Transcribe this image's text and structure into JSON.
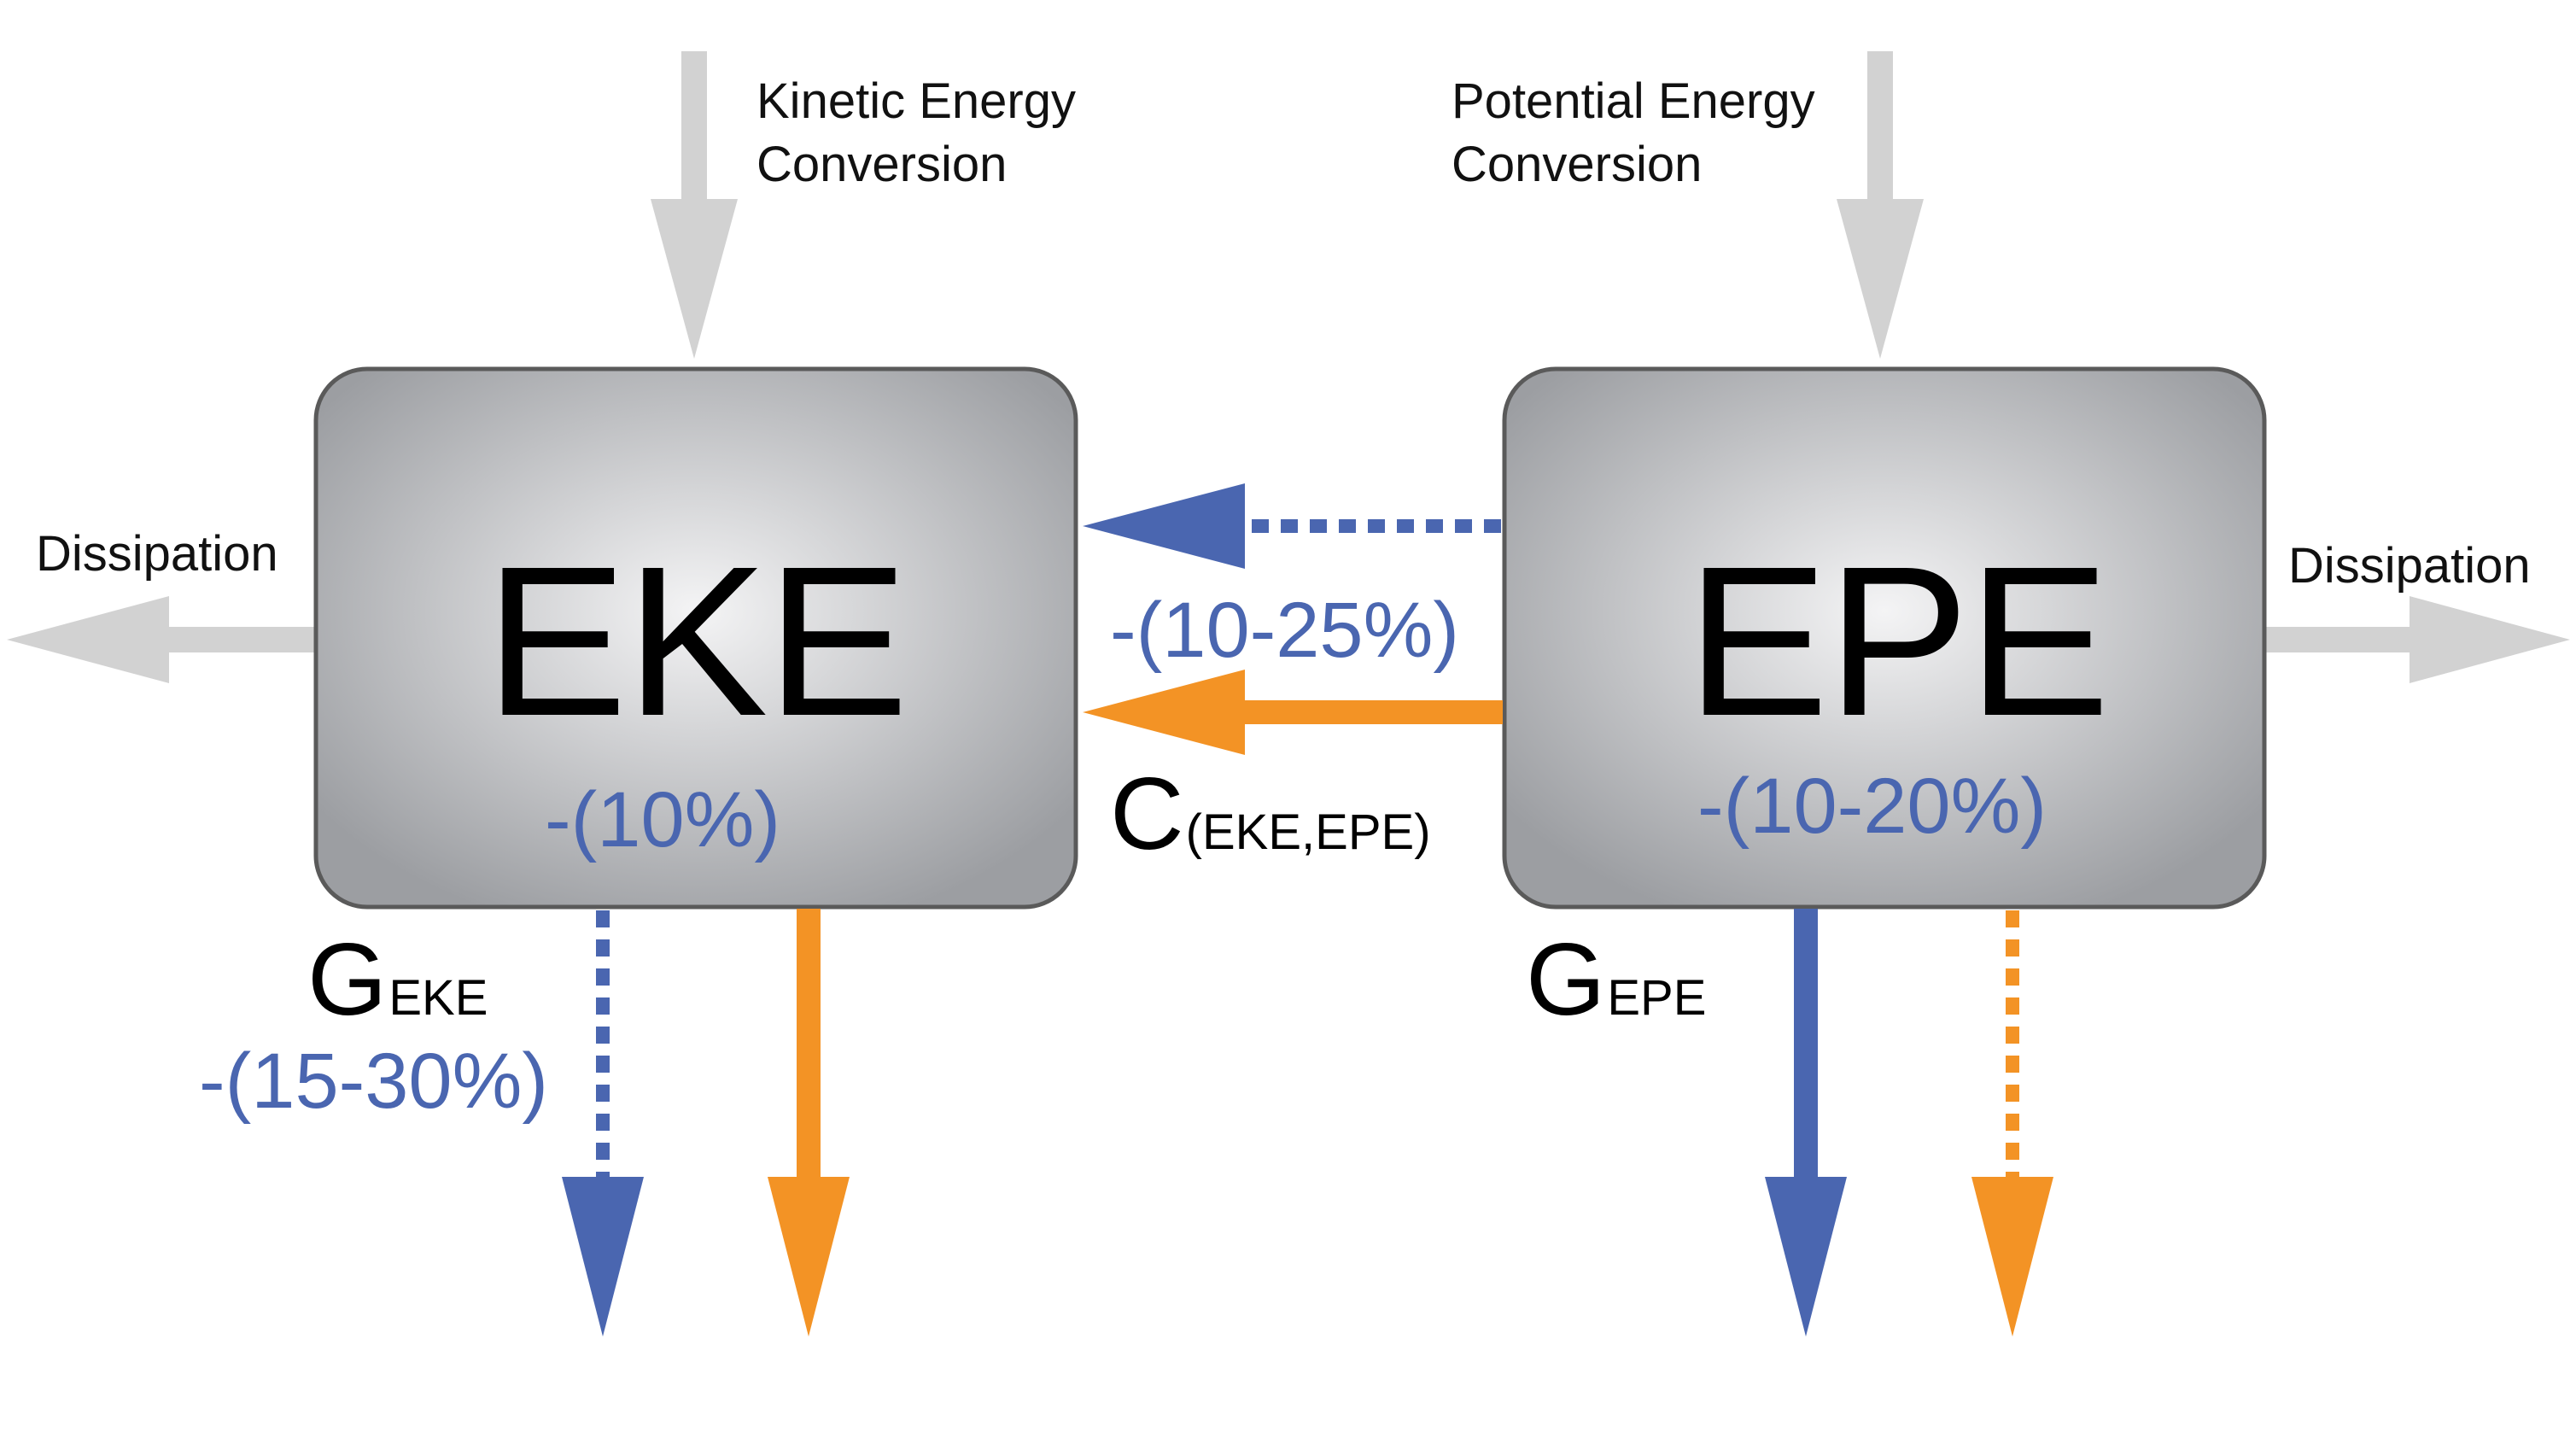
{
  "colors": {
    "box_fill_center": "#f4f4f5",
    "box_fill_edge": "#9c9ea2",
    "box_border": "#5a5a5a",
    "gray_arrow": "#d2d2d2",
    "blue": "#4a66b0",
    "orange": "#f39325"
  },
  "nodes": {
    "eke": {
      "label": "EKE",
      "percent": "-(10%)"
    },
    "epe": {
      "label": "EPE",
      "percent": "-(10-20%)"
    }
  },
  "labels": {
    "kinetic_conversion": [
      "Kinetic Energy",
      "Conversion"
    ],
    "potential_conversion": [
      "Potential Energy",
      "Conversion"
    ],
    "dissipation_left": "Dissipation",
    "dissipation_right": "Dissipation"
  },
  "conversion": {
    "symbol": "C",
    "subscript": "(EKE,EPE)",
    "percent": "-(10-25%)"
  },
  "generation": {
    "eke": {
      "symbol": "G",
      "subscript": "EKE",
      "percent": "-(15-30%)"
    },
    "epe": {
      "symbol": "G",
      "subscript": "EPE"
    }
  }
}
